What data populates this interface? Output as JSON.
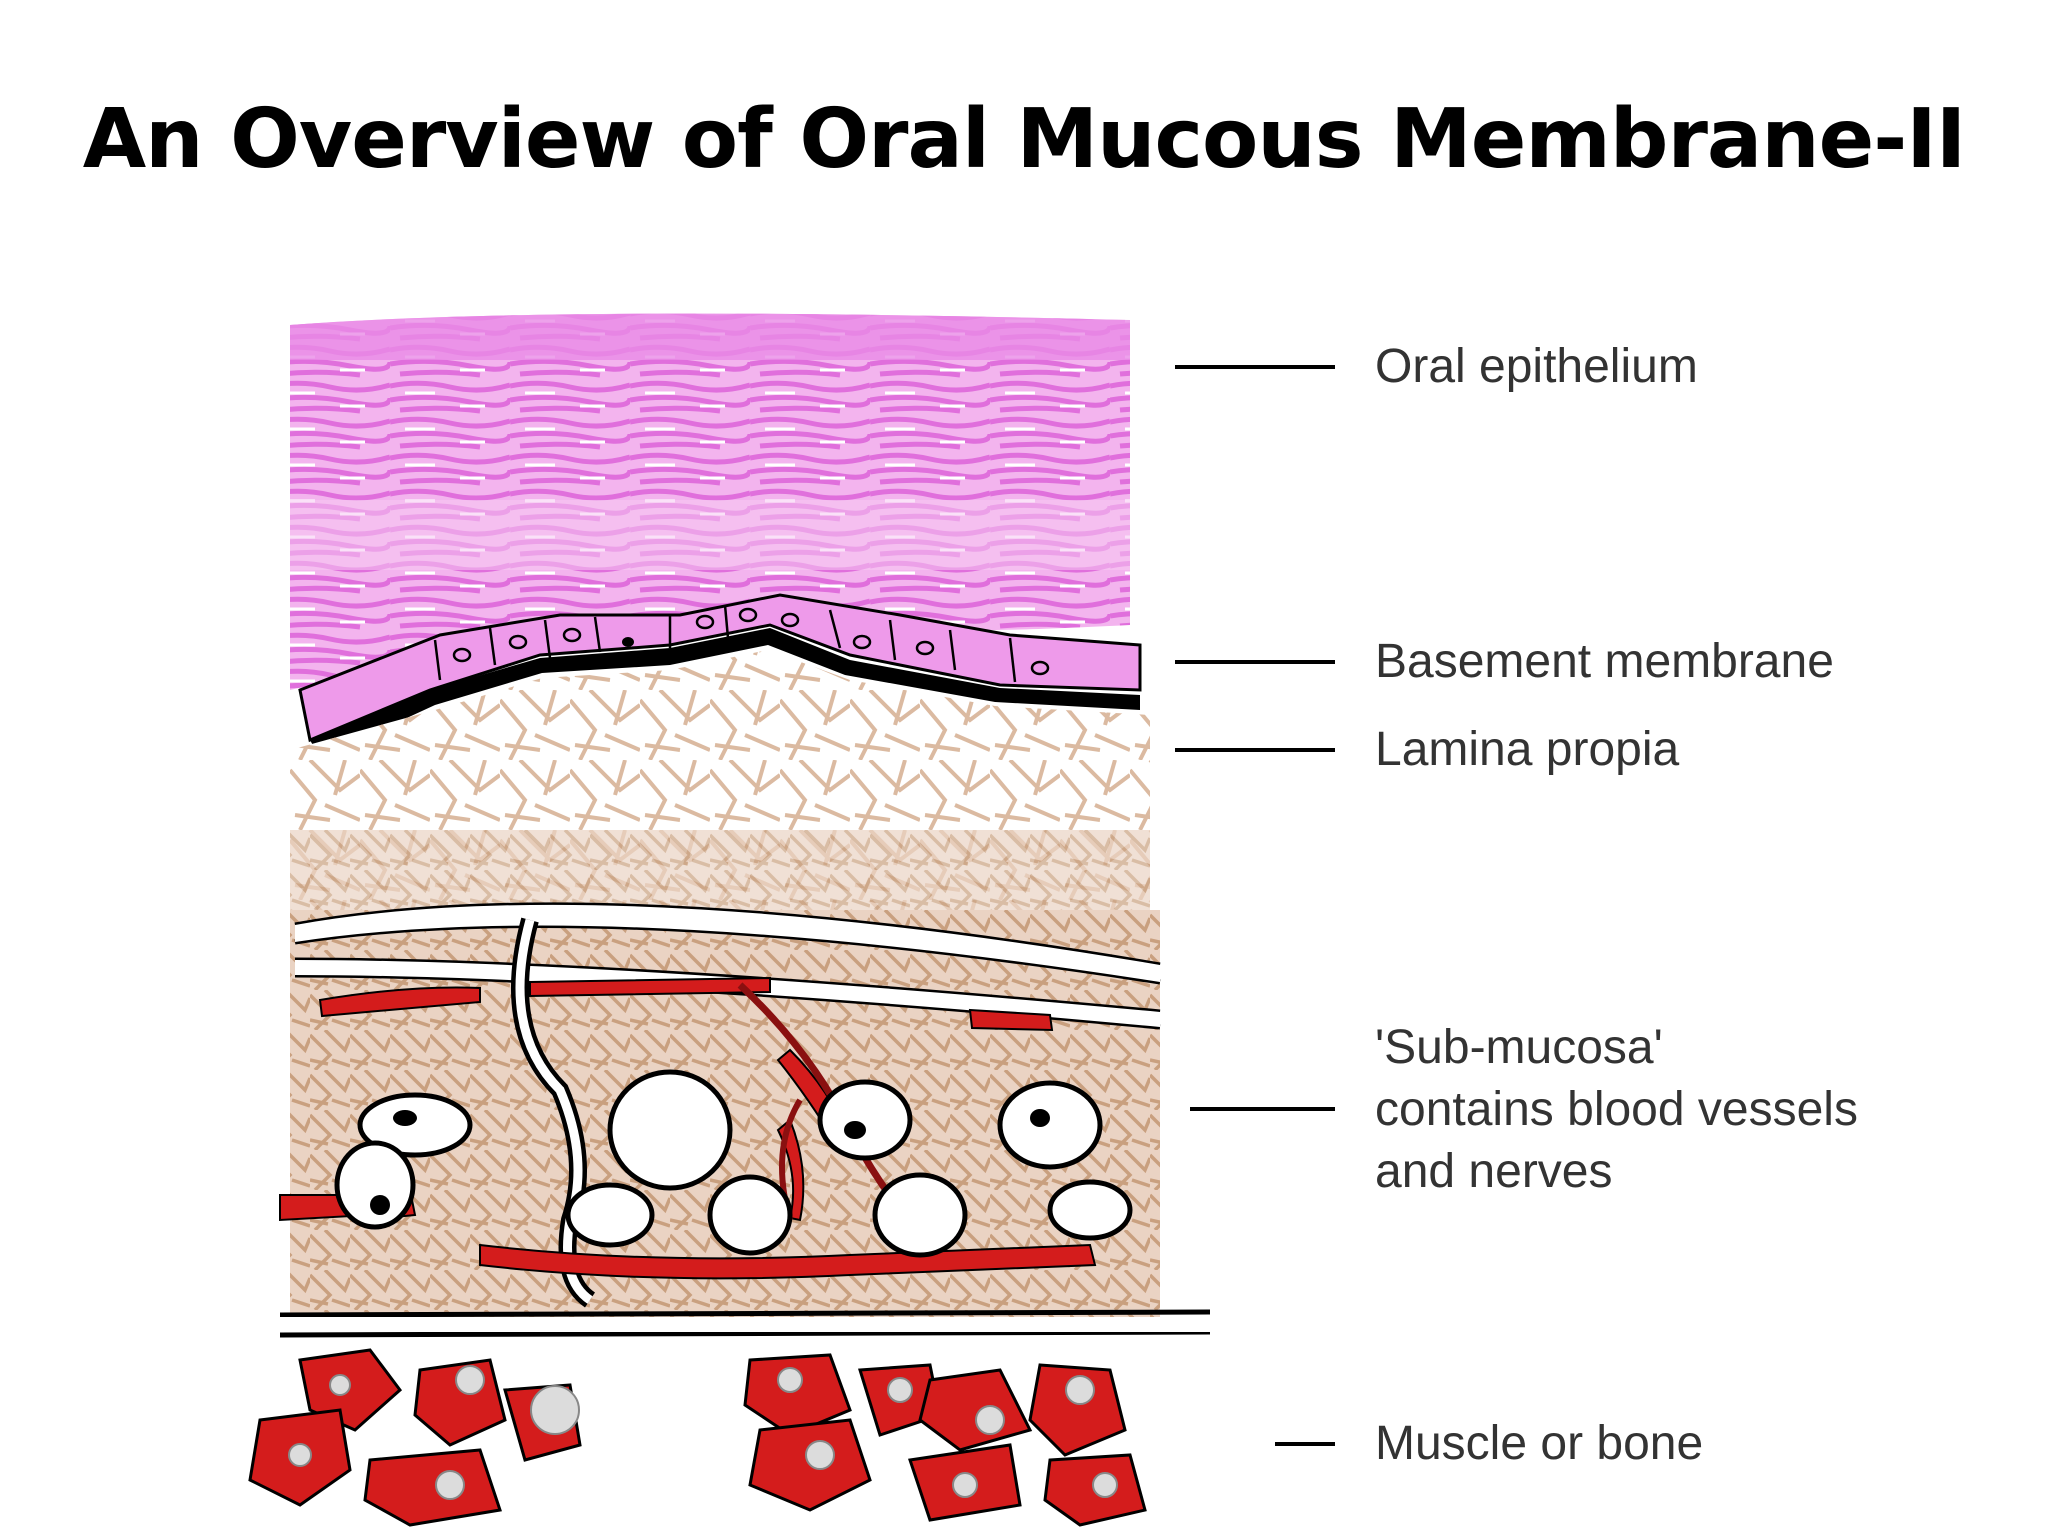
{
  "title": "An Overview of Oral Mucous Membrane-II",
  "labels": {
    "oral_epithelium": "Oral epithelium",
    "basement_membrane": "Basement membrane",
    "lamina_propria": "Lamina propia",
    "submucosa_line1": "'Sub-mucosa'",
    "submucosa_line2": "contains blood vessels",
    "submucosa_line3": "and nerves",
    "muscle_bone": "Muscle or bone"
  },
  "colors": {
    "epithelium": "#e98be6",
    "epithelium_light": "#f6c8f3",
    "connective_fibers": "#d7b296",
    "blood_vessel": "#d41c1c",
    "outline": "#000000"
  }
}
